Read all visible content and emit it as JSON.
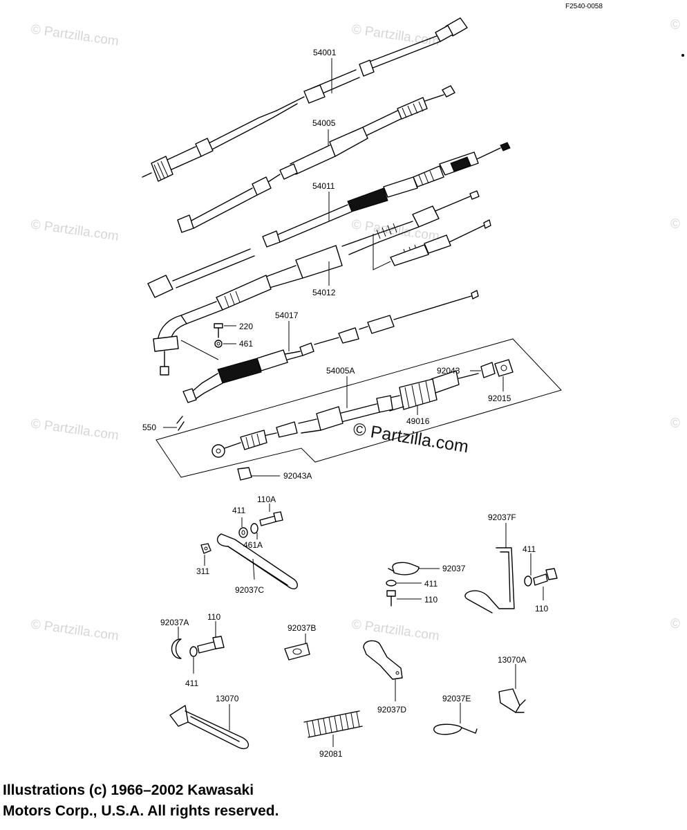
{
  "figure_code": "F2540-0058",
  "watermark": "© Partzilla.com",
  "parts": {
    "p54001": "54001",
    "p54005": "54005",
    "p54011": "54011",
    "p54012": "54012",
    "p54017": "54017",
    "p220": "220",
    "p461": "461",
    "p54005A": "54005A",
    "p92043": "92043",
    "p92015": "92015",
    "p49016": "49016",
    "p550": "550",
    "p92043A": "92043A",
    "p110A": "110A",
    "p411a": "411",
    "p461A": "461A",
    "p311": "311",
    "p92037C": "92037C",
    "p92037F": "92037F",
    "p92037": "92037",
    "p411b": "411",
    "p110b": "110",
    "p411c": "411",
    "p110c": "110",
    "p92037A": "92037A",
    "p110d": "110",
    "p411d": "411",
    "p92037B": "92037B",
    "p92037D": "92037D",
    "p13070A": "13070A",
    "p92037E": "92037E",
    "p13070": "13070",
    "p92081": "92081"
  },
  "copyright": {
    "line1": "Illustrations (c) 1966–2002 Kawasaki",
    "line2": "Motors Corp., U.S.A.  All rights reserved."
  }
}
